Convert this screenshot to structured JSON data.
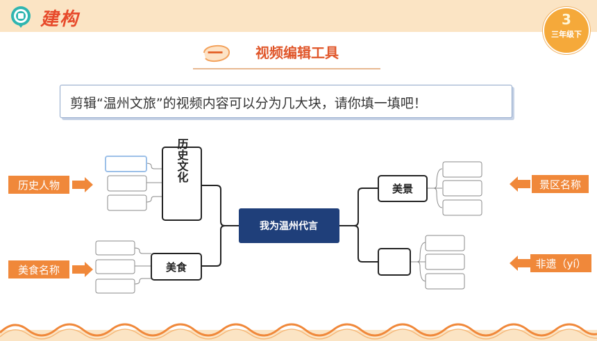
{
  "header": {
    "section_label": "建构",
    "grade_number": "3",
    "grade_text": "三年级下"
  },
  "heading": {
    "number": "一",
    "title": "视频编辑工具"
  },
  "prompt": {
    "text": "剪辑“温州文旅”的视频内容可以分为几大块，请你填一填吧！"
  },
  "mindmap": {
    "center": "我为温州代言",
    "branches": {
      "history": "历史文化",
      "food": "美食",
      "scenery": "美景",
      "heritage": ""
    },
    "tags": {
      "history_people": "历史人物",
      "food_names": "美食名称",
      "scenic_names": "景区名称",
      "heritage": "非遗（yí）"
    }
  },
  "colors": {
    "accent_orange": "#f0883a",
    "center_blue": "#1f3f7a",
    "banner_bg": "#fbe4c4",
    "title_red": "#e74a2b"
  }
}
